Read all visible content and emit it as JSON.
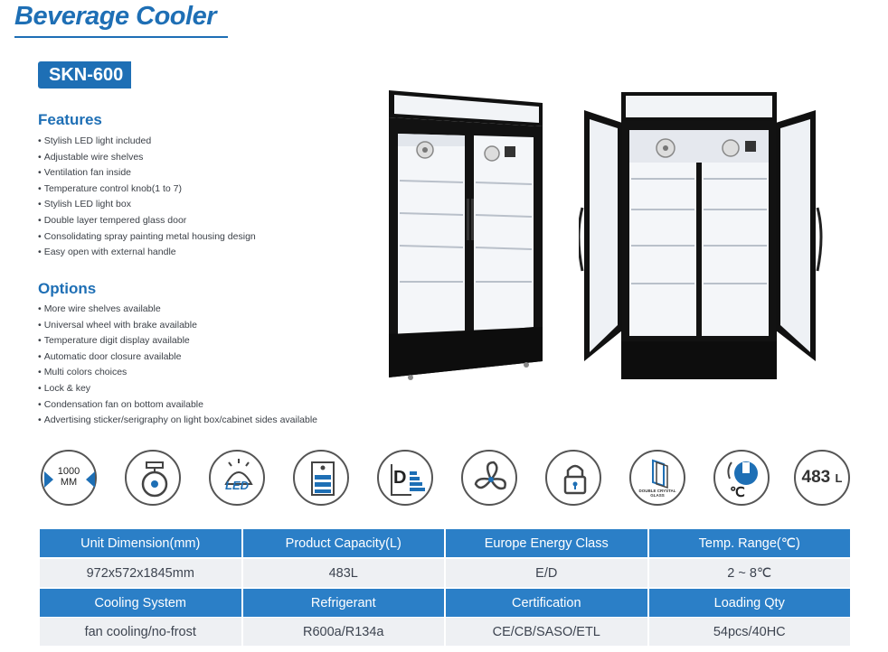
{
  "header": {
    "title": "Beverage Cooler",
    "model": "SKN-600"
  },
  "features": {
    "heading": "Features",
    "items": [
      "Stylish LED light included",
      "Adjustable wire shelves",
      "Ventilation fan inside",
      "Temperature control knob(1 to 7)",
      "Stylish LED light box",
      "Double layer tempered glass door",
      "Consolidating spray painting metal housing design",
      "Easy open with external handle"
    ]
  },
  "options": {
    "heading": "Options",
    "items": [
      "More wire shelves available",
      "Universal wheel with brake available",
      "Temperature digit display available",
      "Automatic door closure available",
      "Multi colors choices",
      "Lock & key",
      "Condensation fan on bottom available",
      "Advertising sticker/serigraphy on light box/cabinet sides available"
    ]
  },
  "icons": {
    "dimension_value": "1000",
    "dimension_unit": "MM",
    "led_label": "LED",
    "energy_label": "D",
    "glass_label_1": "DOUBLE CRYSTAL",
    "glass_label_2": "GLASS",
    "temp_label": "℃",
    "capacity_value": "483",
    "capacity_unit": "L"
  },
  "specs": {
    "row1_headers": [
      "Unit Dimension(mm)",
      "Product Capacity(L)",
      "Europe Energy Class",
      "Temp. Range(℃)"
    ],
    "row1_values": [
      "972x572x1845mm",
      "483L",
      "E/D",
      "2 ~ 8℃"
    ],
    "row2_headers": [
      "Cooling System",
      "Refrigerant",
      "Certification",
      "Loading Qty"
    ],
    "row2_values": [
      "fan cooling/no-frost",
      "R600a/R134a",
      "CE/CB/SASO/ETL",
      "54pcs/40HC"
    ]
  },
  "colors": {
    "brand": "#1e6fb5",
    "table_header": "#2b7fc7",
    "table_value": "#eef0f3"
  }
}
